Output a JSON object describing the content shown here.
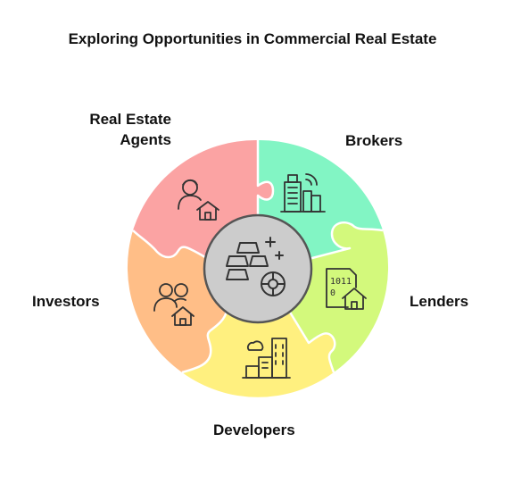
{
  "title": "Exploring Opportunities in Commercial Real Estate",
  "segments": [
    {
      "label_lines": [
        "Real Estate",
        "Agents"
      ],
      "color": "#fba3a3",
      "icon": "agent-house-icon"
    },
    {
      "label_lines": [
        "Brokers"
      ],
      "color": "#82f5c4",
      "icon": "city-buildings-signal-icon"
    },
    {
      "label_lines": [
        "Lenders"
      ],
      "color": "#d3f97c",
      "icon": "document-house-icon"
    },
    {
      "label_lines": [
        "Developers"
      ],
      "color": "#fff07f",
      "icon": "buildings-cloud-icon"
    },
    {
      "label_lines": [
        "Investors"
      ],
      "color": "#ffbe87",
      "icon": "people-house-icon"
    }
  ],
  "center": {
    "color": "#cccccc",
    "icon": "gold-bars-icon"
  }
}
